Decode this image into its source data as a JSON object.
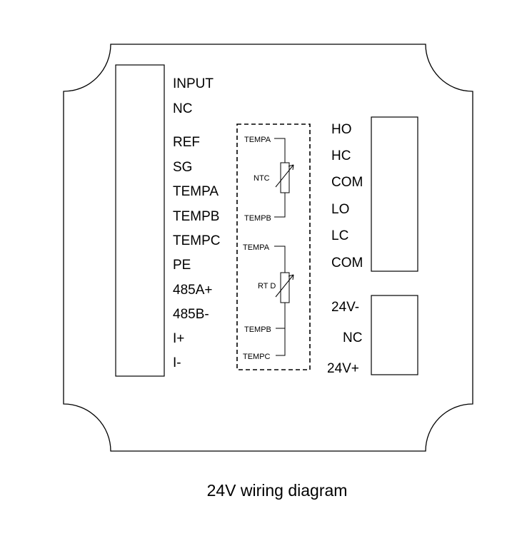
{
  "left_terminals": [
    "INPUT",
    "NC",
    "REF",
    "SG",
    "TEMPA",
    "TEMPB",
    "TEMPC",
    "PE",
    "485A+",
    "485B-",
    "I+",
    "I-"
  ],
  "right_relay_terminals": [
    "HO",
    "HC",
    "COM",
    "LO",
    "LC",
    "COM"
  ],
  "right_power_terminals": [
    "24V-",
    "NC",
    "24V+"
  ],
  "ntc": {
    "label": "NTC",
    "wire_top": "TEMPA",
    "wire_bottom": "TEMPB"
  },
  "rtd": {
    "label": "RT D",
    "wire_top": "TEMPA",
    "wire_mid": "TEMPB",
    "wire_bottom": "TEMPC"
  },
  "caption": "24V wiring diagram"
}
